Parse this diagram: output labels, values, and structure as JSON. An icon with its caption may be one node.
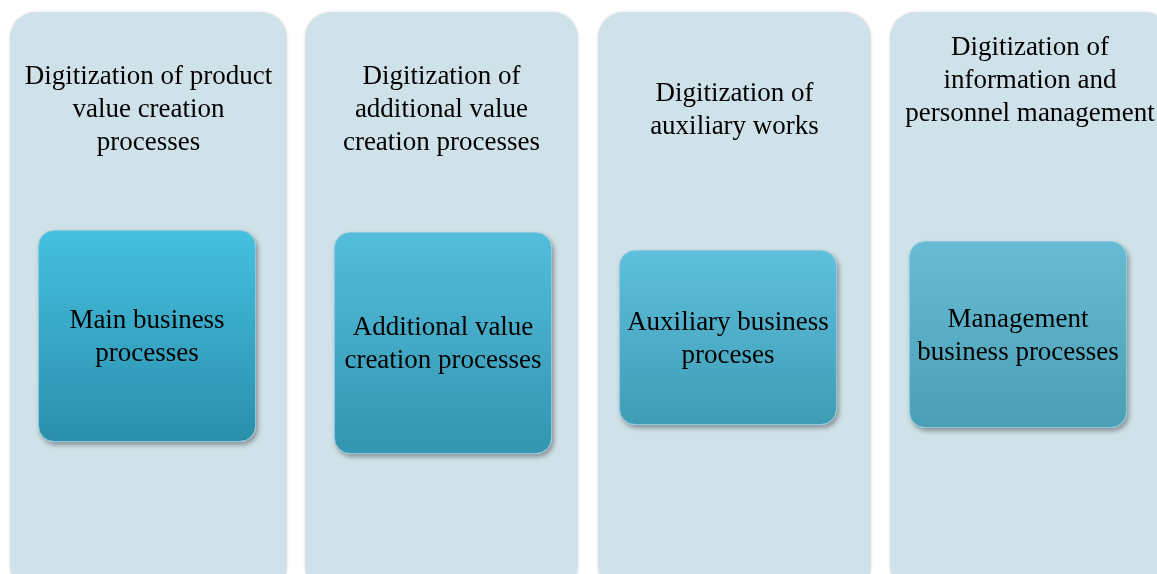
{
  "diagram": {
    "nodes": [
      {
        "text": [
          "Digitization of product value creation processes"
        ]
      },
      {
        "text": [
          "Main business processes"
        ],
        "in": 0
      },
      {
        "text": [
          "Digitization of additional value creation processes"
        ]
      },
      {
        "text": [
          "Additional value creation processes"
        ],
        "in": 2
      },
      {
        "text": [
          "Digitization of auxiliary works"
        ]
      },
      {
        "text": [
          "Auxiliary business proceses"
        ],
        "in": 4
      },
      {
        "text": [
          "Digitization of information and personnel management"
        ]
      },
      {
        "text": [
          "Management business processes"
        ],
        "in": 6
      }
    ]
  }
}
